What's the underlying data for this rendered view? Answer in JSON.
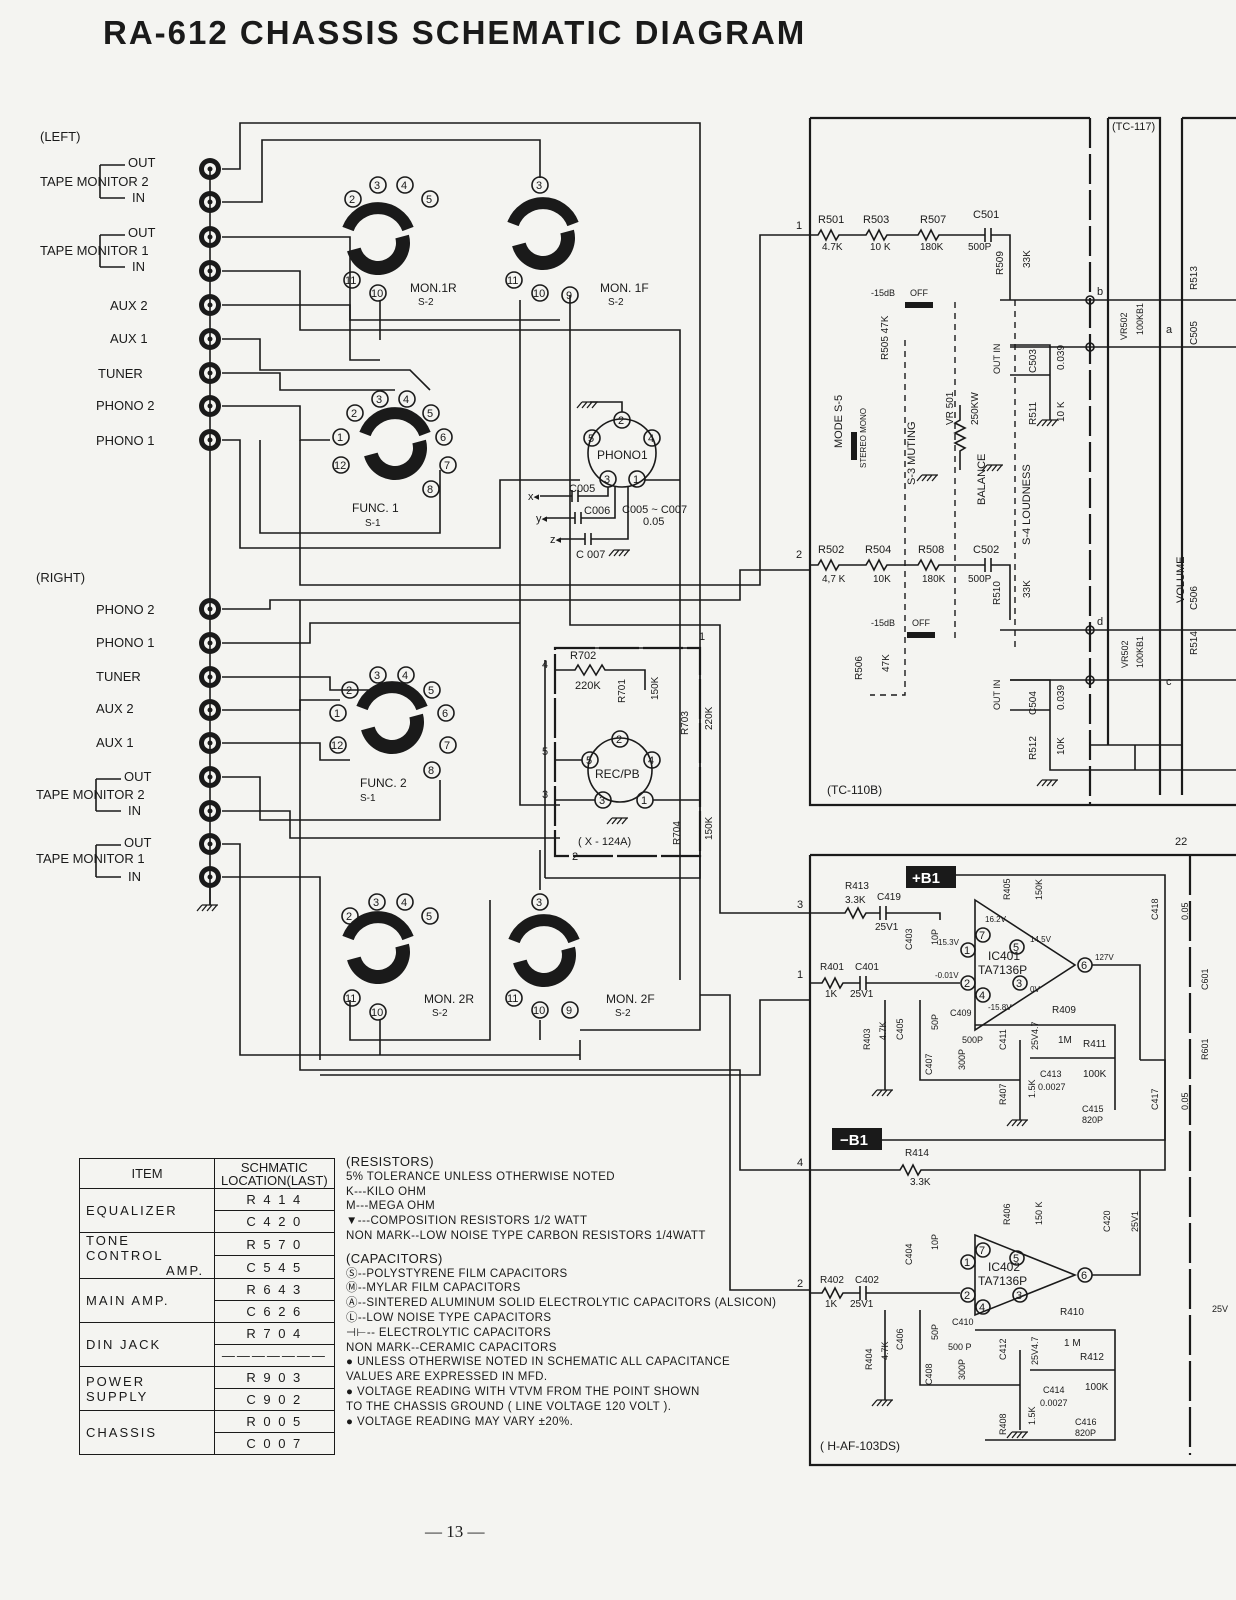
{
  "title": "RA-612 CHASSIS SCHEMATIC DIAGRAM",
  "page_number": "— 13 —",
  "jacks": {
    "left_heading": "(LEFT)",
    "right_heading": "(RIGHT)",
    "out": "OUT",
    "in": "IN",
    "tape_monitor_2": "TAPE MONITOR  2",
    "tape_monitor_1": "TAPE MONITOR  1",
    "aux2": "AUX  2",
    "aux1": "AUX  1",
    "tuner": "TUNER",
    "phono2": "PHONO  2",
    "phono1": "PHONO  1"
  },
  "switches": {
    "mon1r": "MON.1R",
    "mon1f": "MON. 1F",
    "mon2r": "MON. 2R",
    "mon2f": "MON. 2F",
    "s2": "S-2",
    "s1": "S-1",
    "func1": "FUNC. 1",
    "func2": "FUNC. 2",
    "phono1": "PHONO1",
    "recpb": "REC/PB",
    "x124a": "( X - 124A)"
  },
  "phono_caps": {
    "c005": "C005",
    "c006": "C006",
    "c007": "C 007",
    "note": "C005 ~ C007",
    "value": "0.05"
  },
  "x124": {
    "r702": "R702",
    "r702v": "220K",
    "r701": "R701",
    "r701v": "150K",
    "r703": "R703",
    "r703v": "220K",
    "r704": "R704",
    "r704v": "150K"
  },
  "tc110": {
    "label": "(TC-110B)",
    "tc117": "(TC-117)",
    "r501": "R501",
    "r501v": "4.7K",
    "r503": "R503",
    "r503v": "10 K",
    "r507": "R507",
    "r507v": "180K",
    "c501": "C501",
    "c501v": "500P",
    "r509": "R509",
    "r509v": "33K",
    "r502": "R502",
    "r502v": "4,7 K",
    "r504": "R504",
    "r504v": "10K",
    "r508": "R508",
    "r508v": "180K",
    "c502": "C502",
    "c502v": "500P",
    "r510": "R510",
    "r510v": "33K",
    "r505": "R505  47K",
    "r506": "R506",
    "r506v": "47K",
    "m15": "-15dB",
    "off": "OFF",
    "mode": "MODE  S-5",
    "stereo_mono": "STEREO  MONO",
    "muting": "S-3  MUTING",
    "vr501": "VR 501",
    "vr501v": "250KW",
    "balance": "BALANCE",
    "loudness": "S-4  LOUDNESS",
    "volume": "VOLUME",
    "vr502b": "VR502",
    "vr502bv": "100KB1",
    "vr502a": "VR502",
    "vr502av": "100KB1",
    "r511": "R511",
    "r511v": "10 K",
    "c503": "C503",
    "c503v": "0.039",
    "r512": "R512",
    "r512v": "10K",
    "c504": "C504",
    "c504v": "0.039",
    "out_in": "OUT   IN",
    "r513": "R513",
    "c505": "C505",
    "r514": "R514",
    "c506": "C506",
    "pa": "a",
    "pb": "b",
    "pc": "c",
    "pd": "d"
  },
  "haf": {
    "label": "( H-AF-103DS)",
    "b1p": "+B1",
    "b1n": "−B1",
    "r413": "R413",
    "r413v": "3.3K",
    "c419": "C419",
    "c419v": "25V1",
    "c403": "C403",
    "c403v": "10P",
    "r405": "R405",
    "r405v": "150K",
    "ic401": "IC401",
    "ta": "TA7136P",
    "r401": "R401",
    "r401v": "1K",
    "c401": "C401",
    "c401v": "25V1",
    "r403": "R403",
    "r403v": "4.7K",
    "c405": "C405",
    "c405v": "50P",
    "c407": "C407",
    "c407v": "300P",
    "c409": "C409",
    "c409v": "500P",
    "c411": "C411",
    "c411v": "25V4.7",
    "r409": "R409",
    "r409v": "1M",
    "r411": "R411",
    "r411v": "100K",
    "c413": "C413",
    "c413v": "0.0027",
    "r407": "R407",
    "r407v": "1.5K",
    "c415": "C415",
    "c415v": "820P",
    "c418": "C418",
    "c418v": "0.05",
    "c417": "C417",
    "c417v": "0.05",
    "r414": "R414",
    "r414v": "3.3K",
    "r406": "R406",
    "r406v": "150 K",
    "c420": "C420",
    "c420v": "25V1",
    "c404": "C404",
    "c404v": "10P",
    "ic402": "IC402",
    "r402": "R402",
    "r402v": "1K",
    "c402": "C402",
    "c402v": "25V1",
    "r404": "R404",
    "r404v": "4.7K",
    "c406": "C406",
    "c406v": "50P",
    "c408": "C408",
    "c408v": "300P",
    "c410": "C410",
    "c410v": "500 P",
    "c412": "C412",
    "c412v": "25V4.7",
    "r410": "R410",
    "r410v": "1 M",
    "r412": "R412",
    "r412v": "100K",
    "c414": "C414",
    "c414v": "0.0027",
    "r408": "R408",
    "r408v": "1.5K",
    "c416": "C416",
    "c416v": "820P",
    "v162": "16.2V",
    "v153": "15.3V",
    "v145": "14.5V",
    "v127": "127V",
    "v001": "-0.01V",
    "v0": "0V",
    "v158": "-15.8V",
    "c601": "C601",
    "r601": "R601",
    "n22": "22",
    "v25": "25V"
  },
  "table": {
    "h_item": "ITEM",
    "h_loc1": "SCHMATIC",
    "h_loc2": "LOCATION(LAST)",
    "rows": [
      {
        "item": "EQUALIZER",
        "a": "R 4 1 4",
        "b": "C 4 2 0"
      },
      {
        "item": "TONE  CONTROL",
        "item2": "AMP.",
        "a": "R 5 7 0",
        "b": "C 5 4 5"
      },
      {
        "item": "MAIN  AMP.",
        "a": "R 6 4 3",
        "b": "C 6 2 6"
      },
      {
        "item": "DIN  JACK",
        "a": "R 7 0 4",
        "b": "———————"
      },
      {
        "item": "POWER  SUPPLY",
        "a": "R 9 0 3",
        "b": "C 9 0 2"
      },
      {
        "item": "CHASSIS",
        "a": "R 0 0 5",
        "b": "C 0 0 7"
      }
    ]
  },
  "notes": [
    "(RESISTORS)",
    "5%  TOLERANCE  UNLESS  OTHERWISE  NOTED",
    "K---KILO  OHM",
    "M---MEGA  OHM",
    "▼---COMPOSITION  RESISTORS 1/2  WATT",
    "NON  MARK--LOW  NOISE  TYPE  CARBON  RESISTORS 1/4WATT",
    "",
    "(CAPACITORS)",
    "Ⓢ--POLYSTYRENE  FILM  CAPACITORS",
    "Ⓜ--MYLAR  FILM  CAPACITORS",
    "Ⓐ--SINTERED  ALUMINUM  SOLID  ELECTROLYTIC  CAPACITORS  (ALSICON)",
    "Ⓛ--LOW  NOISE  TYPE  CAPACITORS",
    "⊣⊢-- ELECTROLYTIC  CAPACITORS",
    "NON  MARK--CERAMIC  CAPACITORS",
    "● UNLESS  OTHERWISE  NOTED  IN  SCHEMATIC  ALL  CAPACITANCE",
    "   VALUES  ARE  EXPRESSED  IN  MFD.",
    "● VOLTAGE  READING  WITH  VTVM  FROM  THE  POINT  SHOWN",
    "   TO  THE  CHASSIS  GROUND ( LINE  VOLTAGE 120 VOLT ).",
    "● VOLTAGE  READING  MAY  VARY  ±20%."
  ]
}
